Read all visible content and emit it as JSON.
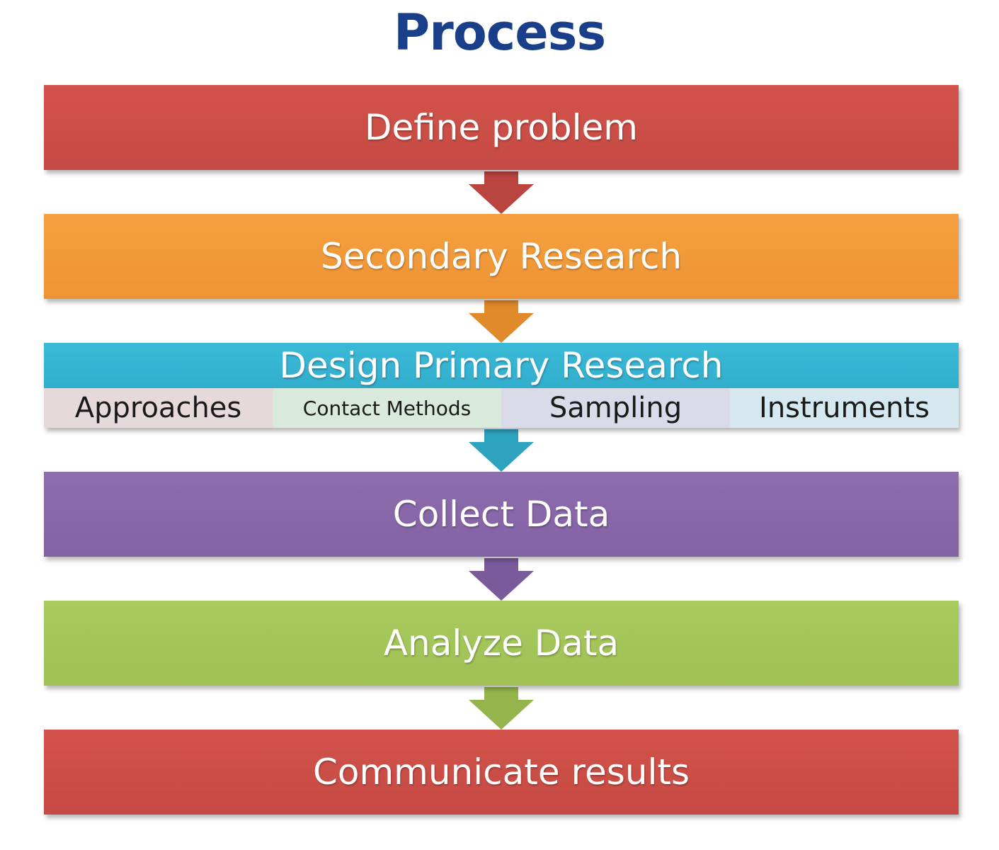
{
  "title": "Process",
  "colors": {
    "title": "#1a3f8a",
    "define": "#cd4f47",
    "secondary": "#f39a3a",
    "primary": "#36b4d3",
    "collect": "#8a69ab",
    "analyze": "#a4c65a",
    "communicate": "#cd4f47"
  },
  "steps": [
    {
      "id": "define",
      "label": "Define problem",
      "color": "#cd4f47",
      "arrow_color": "#b94440"
    },
    {
      "id": "secondary",
      "label": "Secondary Research",
      "color": "#f39a3a",
      "arrow_color": "#e08a2c"
    },
    {
      "id": "primary",
      "label": "Design Primary Research",
      "color": "#36b4d3",
      "arrow_color": "#2ea3c0",
      "sub_items": [
        {
          "label": "Approaches",
          "color": "#e6d9dc"
        },
        {
          "label": "Contact Methods",
          "color": "#d9e9dc"
        },
        {
          "label": "Sampling",
          "color": "#d9dbe9"
        },
        {
          "label": "Instruments",
          "color": "#d6e8ef"
        }
      ]
    },
    {
      "id": "collect",
      "label": "Collect Data",
      "color": "#8a69ab",
      "arrow_color": "#7a5a9b"
    },
    {
      "id": "analyze",
      "label": "Analyze Data",
      "color": "#a4c65a",
      "arrow_color": "#94b54c"
    },
    {
      "id": "communicate",
      "label": "Communicate results",
      "color": "#cd4f47"
    }
  ]
}
